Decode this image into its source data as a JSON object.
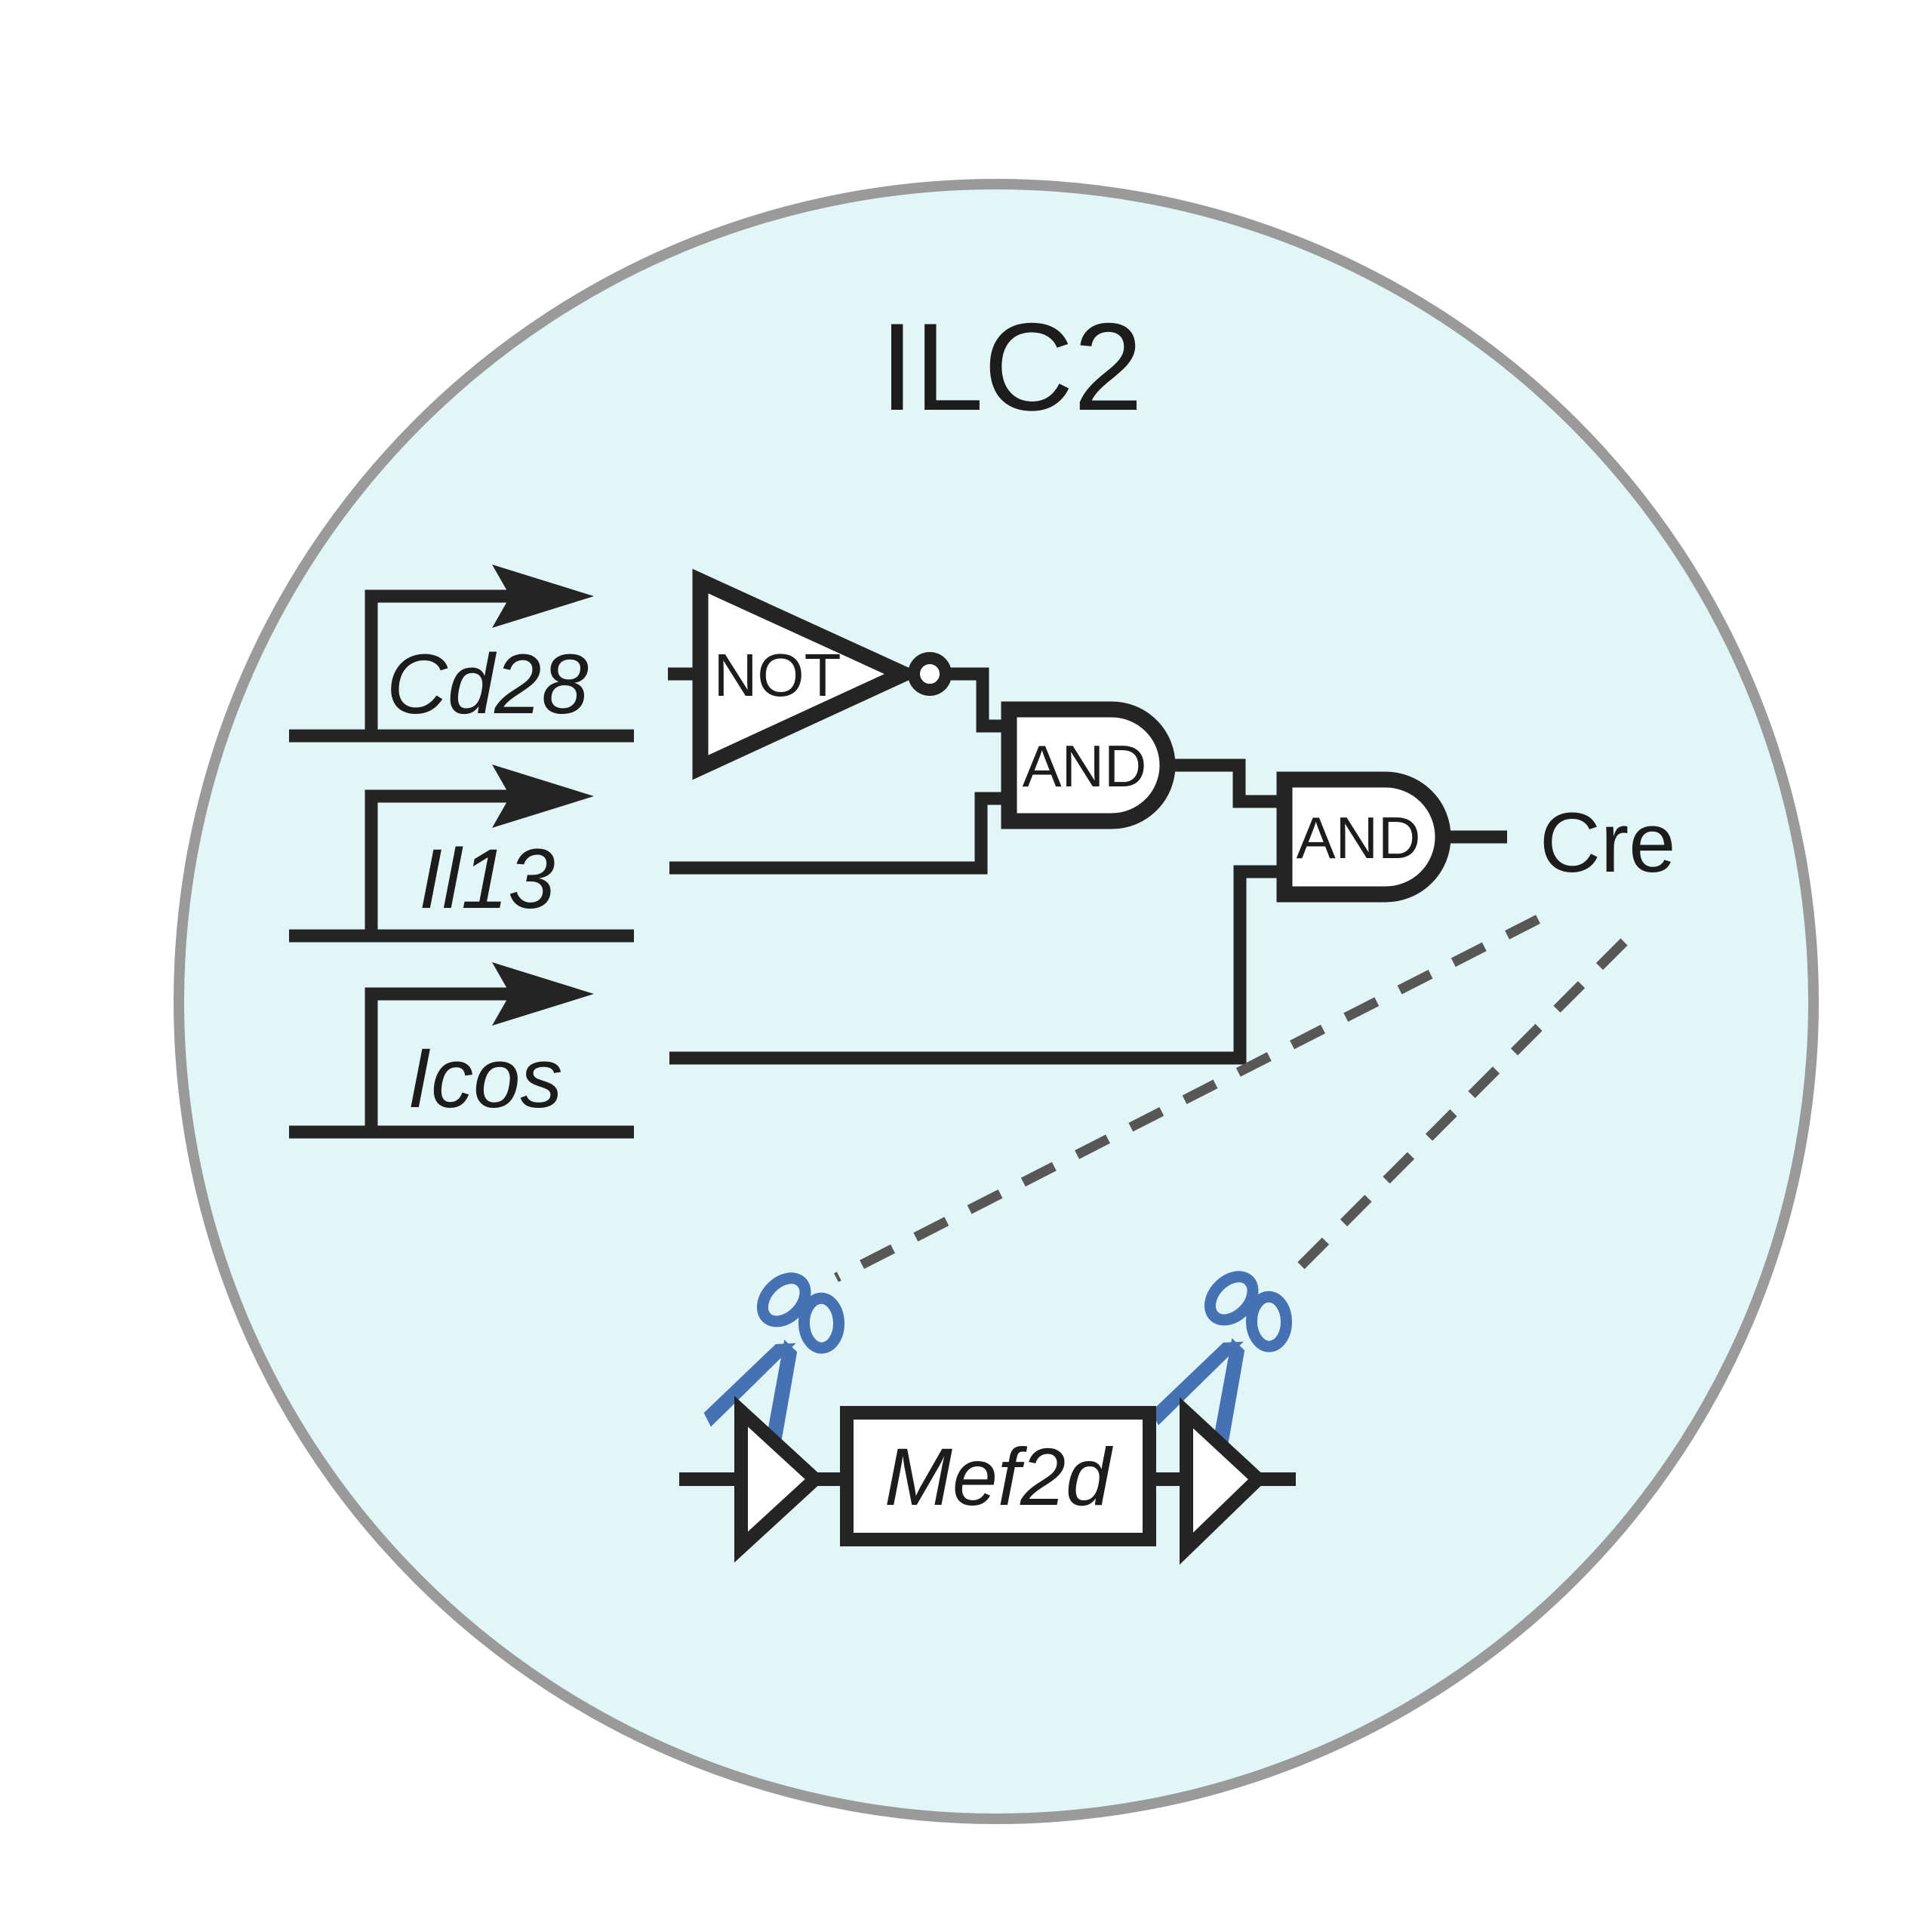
{
  "cell": {
    "name": "ILC2"
  },
  "colors": {
    "background": "#ffffff",
    "cell_fill": "#e2f6f8",
    "cell_border": "#9a9a9a",
    "line": "#242424",
    "text": "#1c1c1c",
    "shape_fill": "#ffffff",
    "dashed": "#575757",
    "scissors": "#4672b4"
  },
  "promoters": [
    {
      "gene": "Cd28"
    },
    {
      "gene": "Il13"
    },
    {
      "gene": "Icos"
    }
  ],
  "logic": {
    "not_label": "NOT",
    "and1_label": "AND",
    "and2_label": "AND",
    "output_label": "Cre"
  },
  "construct": {
    "gene_label": "Mef2d"
  },
  "icons": {
    "cut": "scissors-icon",
    "recombination_site": "loxp-triangle",
    "promoter": "promoter-arrow-icon"
  }
}
